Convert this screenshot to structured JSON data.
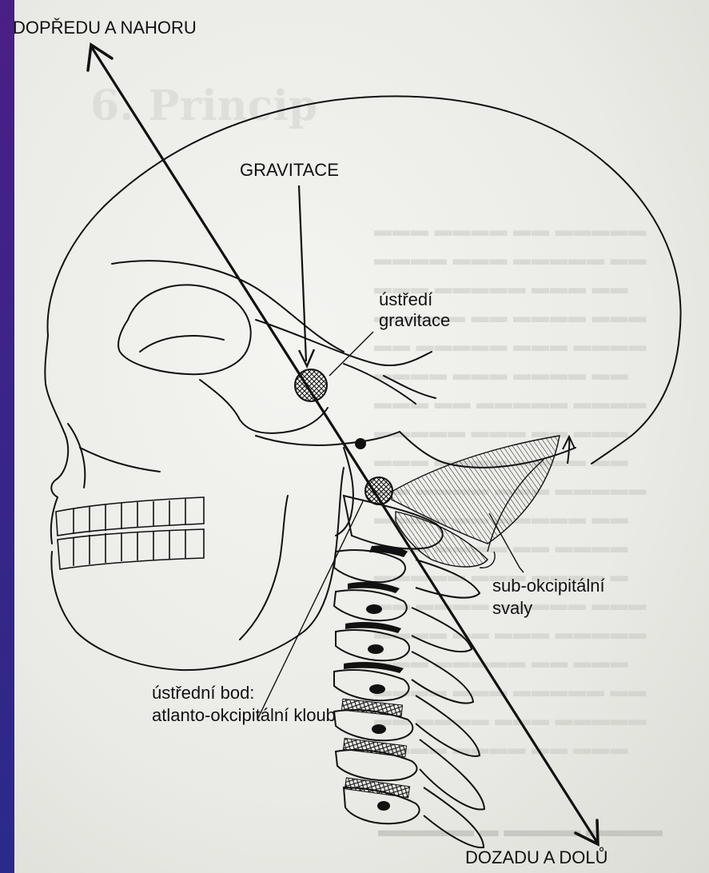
{
  "labels": {
    "top_direction": "DOPŘEDU A NAHORU",
    "gravity": "GRAVITACE",
    "center_gravity_1": "ústředí",
    "center_gravity_2": "gravitace",
    "suboccipital_1": "sub-okcipitální",
    "suboccipital_2": "svaly",
    "central_point_1": "ústřední bod:",
    "central_point_2": "atlanto-okcipitální kloub",
    "bottom_direction": "DOZADU A DOLŮ"
  },
  "colors": {
    "ink": "#111111",
    "paper": "#ececE8",
    "border_gradient_start": "#4a1f86",
    "border_gradient_end": "#1f3ea0"
  }
}
